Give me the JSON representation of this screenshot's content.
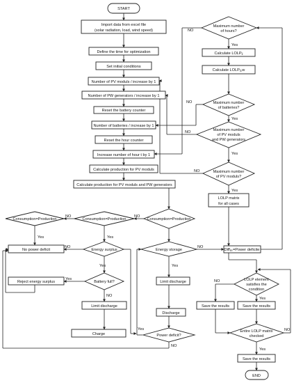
{
  "nodes": {
    "start": "START",
    "import1": "Import data from excel file",
    "import2": "(solar radiation, load, wind speed)",
    "define_time": "Define the time for optimization",
    "set_initial": "Set initial conditions",
    "pv_modules": "Number of PV moduls / increase by 1",
    "pw_generators": "Number of PW generators / increase by 1",
    "reset_battery": "Reset the battery counter",
    "batteries": "Number of batteries / increase by 1",
    "reset_hour": "Reset the hour counter",
    "increase_hour": "Increase number of hour t by 1",
    "calc_pv": "Calculate production for PV moduls",
    "calc_pv_pw": "Calculate production for PV moduls and PW generators",
    "max_hours_1": "Maximum number",
    "max_hours_2": "of hours?",
    "lolp_ij": "Calculate LOLPᵢⱼ",
    "lolp_ijw": "Calculate LOLPᵢⱼ,w",
    "max_batt_1": "Maximum number",
    "max_batt_2": "of batteries?",
    "max_pvpw_1": "Maximum number",
    "max_pvpw_2": "of PV moduls",
    "max_pvpw_3": "and PW generators",
    "max_pv_1": "Maximum number",
    "max_pv_2": "of PV moduls?",
    "lolp_matrix_1": "LOLP matrix",
    "lolp_matrix_2": "for all cases",
    "diff_power": "Diffₐₛ=Power deficite",
    "cons_prod_1": "Consumption=Production",
    "cons_prod_2": "Consumption=Production",
    "cons_prod_3": "Consumption=Production",
    "no_deficit": "No power deficit",
    "energy_surplus": "Energy surplus",
    "energy_storage": "Energy storage",
    "reject_surplus": "Reject energy surplus",
    "battery_full": "Battery full?",
    "limit_discharge_1": "Limit discharge",
    "limit_discharge_2": "Limit discharge",
    "charge": "Charge",
    "discharge": "Discharge",
    "power_deficit": "Power deficit?",
    "lolp_elem_1": "LOLP element",
    "lolp_elem_2": "satisfies the",
    "lolp_elem_3": "condition",
    "save_left": "Save the results",
    "save_mid": "Save the results",
    "entire_1": "Entire LOLP matrix",
    "entire_2": "checked",
    "save_final": "Save the results",
    "end": "END"
  },
  "edge_labels": {
    "yes": "Yes",
    "no": "NO"
  }
}
